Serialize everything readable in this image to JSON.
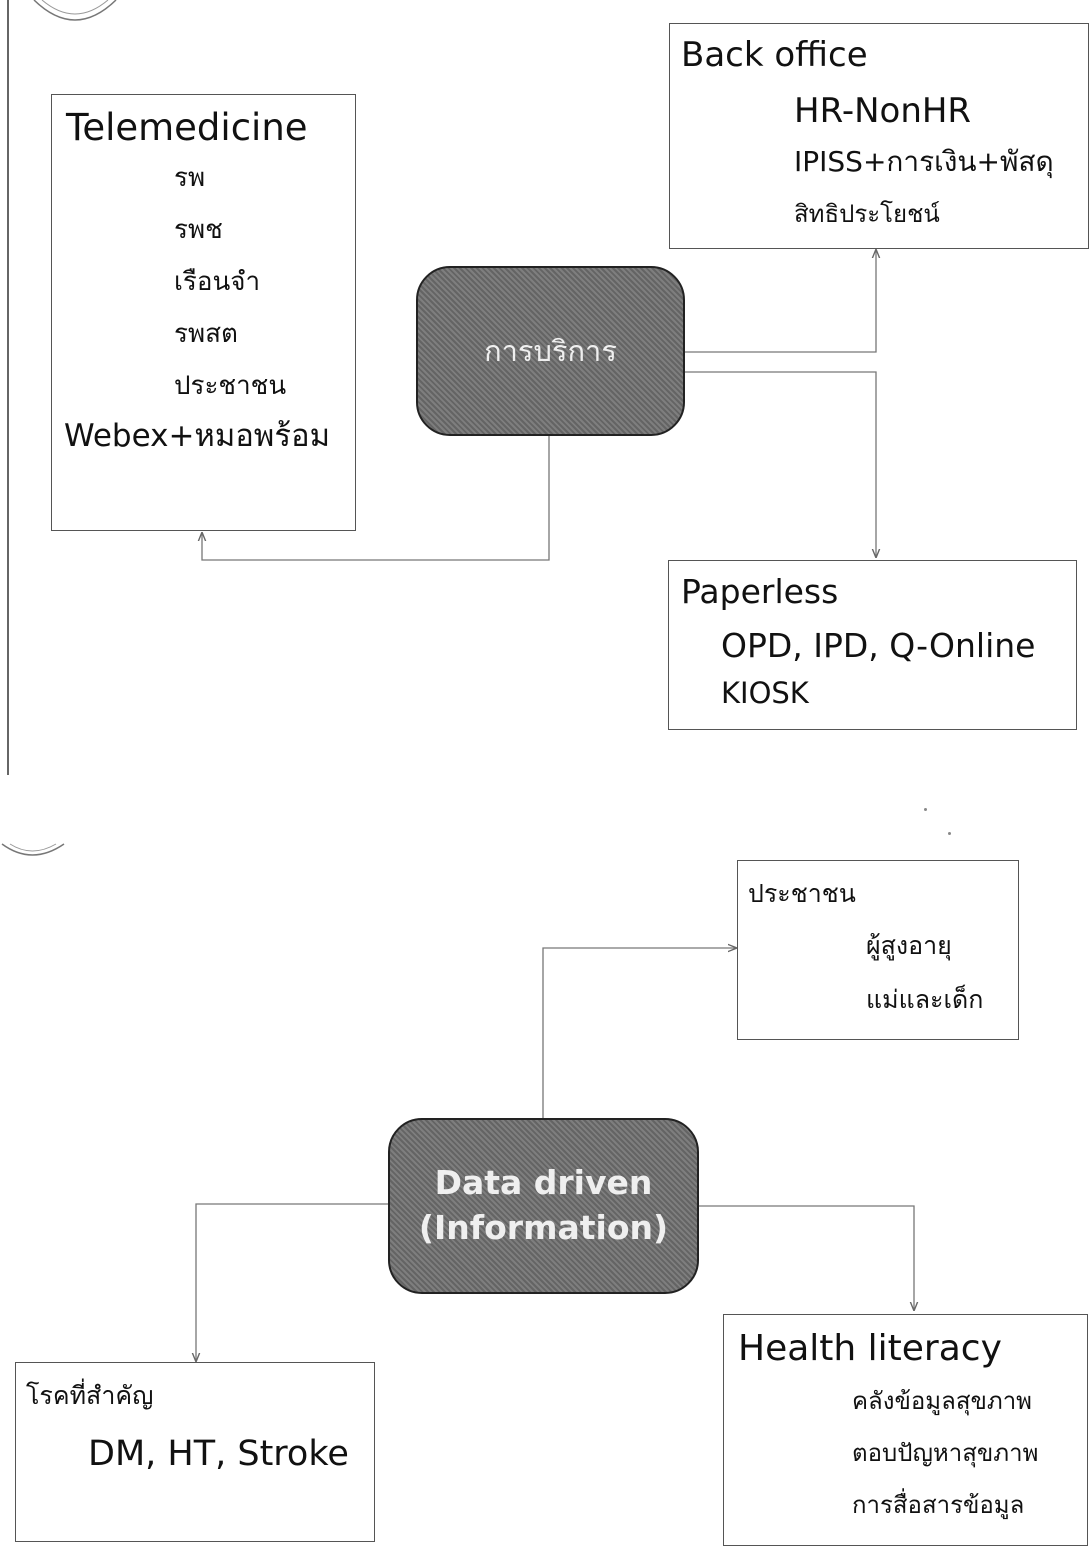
{
  "top": {
    "telemedicine": {
      "title": "Telemedicine",
      "items": [
        "รพ",
        "รพช",
        "เรือนจำ",
        "รพสต",
        "ประชาชน"
      ],
      "footer": "Webex+หมอพร้อม"
    },
    "hub": {
      "label": "การบริการ"
    },
    "back_office": {
      "title": "Back office",
      "items": [
        "HR-NonHR",
        "IPISS+การเงิน+พัสดุ",
        "สิทธิประโยชน์"
      ]
    },
    "paperless": {
      "title": "Paperless",
      "items": [
        "OPD, IPD, Q-Online",
        "KIOSK"
      ]
    }
  },
  "bottom": {
    "hub": {
      "line1": "Data driven",
      "line2": "(Information)"
    },
    "people": {
      "title": "ประชาชน",
      "items": [
        "ผู้สูงอายุ",
        "แม่และเด็ก"
      ]
    },
    "diseases": {
      "title": "โรคที่สำคัญ",
      "items": [
        "DM, HT, Stroke"
      ]
    },
    "health_literacy": {
      "title": "Health literacy",
      "items": [
        "คลังข้อมูลสุขภาพ",
        "ตอบปัญหาสุขภาพ",
        "การสื่อสารข้อมูล"
      ]
    }
  },
  "colors": {
    "hub_fill": "#6f6f6f",
    "box_border": "#555555",
    "text": "#111111"
  }
}
